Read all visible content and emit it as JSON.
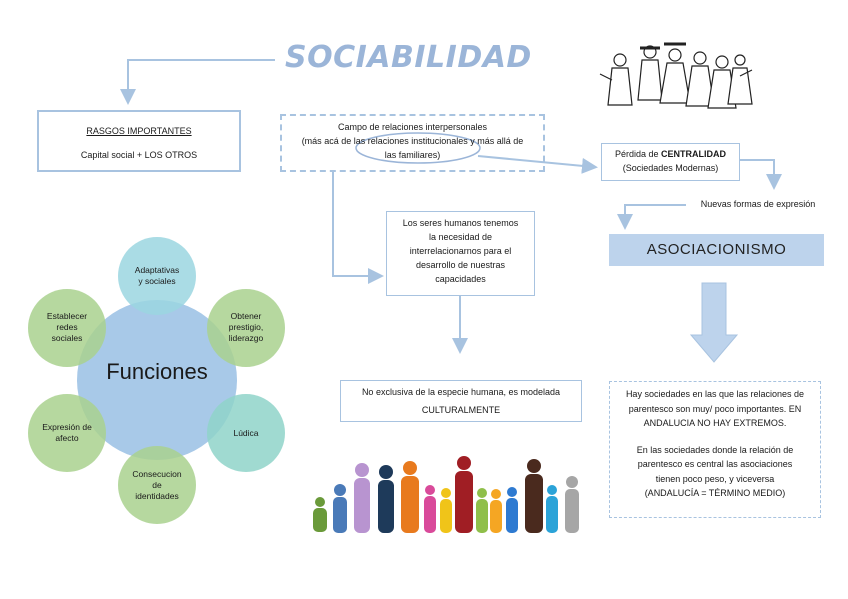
{
  "title": "SOCIABILIDAD",
  "rasgos": {
    "heading": "RASGOS IMPORTANTES",
    "body": "Capital social + LOS OTROS"
  },
  "campo": {
    "line1": "Campo de relaciones interpersonales",
    "line2": "(más acá de las relaciones institucionales y más allá de",
    "line3": "las familiares)"
  },
  "perdida": {
    "prefix": "Pérdida de ",
    "bold": "CENTRALIDAD",
    "line2": "(Sociedades Modernas)"
  },
  "nuevas_formas": "Nuevas formas de expresión",
  "asociacionismo": "ASOCIACIONISMO",
  "seres": {
    "line1": "Los seres humanos tenemos",
    "line2": "la necesidad de",
    "line3": "interrelacionarnos para el",
    "line4": "desarrollo de nuestras",
    "line5": "capacidades"
  },
  "no_exclusiva": {
    "line1": "No exclusiva de la especie humana, es modelada",
    "line2": "CULTURALMENTE"
  },
  "hay": {
    "p1_l1": "Hay sociedades en las que las relaciones de",
    "p1_l2": "parentesco son muy/ poco importantes. EN",
    "p1_l3": "ANDALUCIA NO HAY EXTREMOS.",
    "p2_l1": "En las sociedades donde la relación de",
    "p2_l2": "parentesco es central las asociaciones",
    "p2_l3": "tienen poco peso, y viceversa",
    "p2_l4": "(ANDALUCÍA = TÉRMINO MEDIO)"
  },
  "funciones": {
    "center": "Funciones",
    "items": [
      {
        "line1": "Adaptativas",
        "line2": "y sociales",
        "line3": ""
      },
      {
        "line1": "Obtener",
        "line2": "prestigio,",
        "line3": "liderazgo"
      },
      {
        "line1": "Lúdica",
        "line2": "",
        "line3": ""
      },
      {
        "line1": "Consecucion",
        "line2": "de",
        "line3": "identidades"
      },
      {
        "line1": "Expresión de",
        "line2": "afecto",
        "line3": ""
      },
      {
        "line1": "Establecer",
        "line2": "redes",
        "line3": "sociales"
      }
    ]
  },
  "colors": {
    "accent_blue": "#9bb5d8",
    "border_blue": "#a8c3e0",
    "asoc_fill": "#bdd3ec",
    "center_circle": "#9ec3e6",
    "green_circle": "#a9d18e",
    "teal_circle": "#8fd3c9",
    "cyan_circle": "#9bd6e0"
  }
}
